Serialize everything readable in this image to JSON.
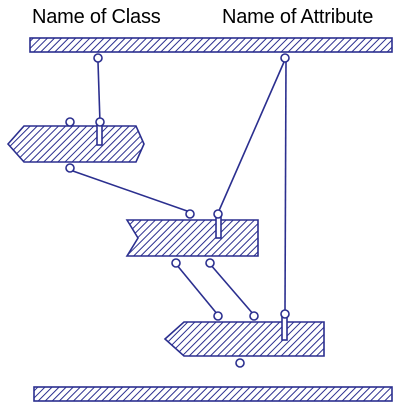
{
  "labels": {
    "class_name": "Name of Class",
    "attribute_name": "Name of Attribute"
  },
  "colors": {
    "stroke": "#2b2f8f",
    "hatch": "#2b2f8f",
    "background": "#ffffff"
  },
  "shapes": [
    {
      "name": "top-bar",
      "kind": "bar"
    },
    {
      "name": "left-block",
      "kind": "hexagon"
    },
    {
      "name": "middle-block",
      "kind": "flag"
    },
    {
      "name": "bottom-right-block",
      "kind": "arrow-left"
    },
    {
      "name": "bottom-bar",
      "kind": "bar"
    }
  ]
}
